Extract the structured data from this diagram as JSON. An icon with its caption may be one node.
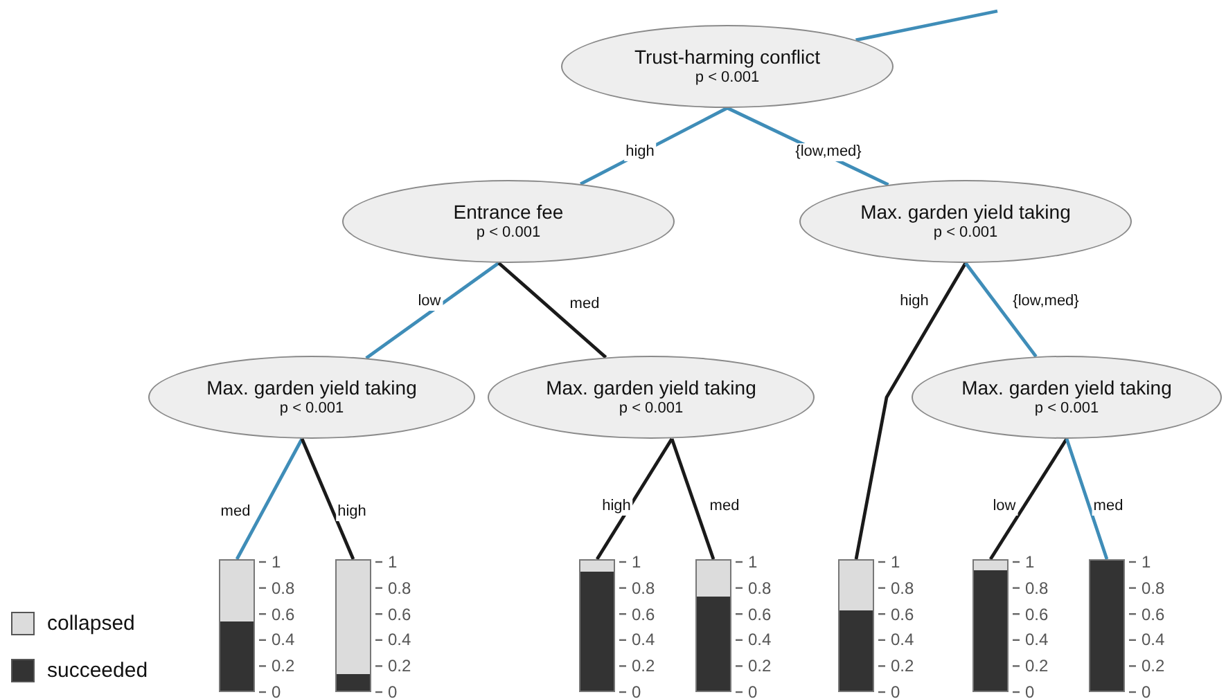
{
  "diagram": {
    "nodes": [
      {
        "text": [
          "Trust-harming conflict",
          "p < 0.001"
        ]
      },
      {
        "text": [
          "Entrance fee",
          "p < 0.001"
        ]
      },
      {
        "text": [
          "Max. garden yield taking",
          "p < 0.001"
        ]
      },
      {
        "text": [
          "Max. garden yield taking",
          "p < 0.001"
        ]
      },
      {
        "text": [
          "Max. garden yield taking",
          "p < 0.001"
        ]
      },
      {
        "text": [
          "Max. garden yield taking",
          "p < 0.001"
        ]
      },
      {
        "text": [],
        "shape": "bar"
      },
      {
        "text": [],
        "shape": "bar"
      },
      {
        "text": [],
        "shape": "bar"
      },
      {
        "text": [],
        "shape": "bar"
      },
      {
        "text": [],
        "shape": "bar"
      },
      {
        "text": [],
        "shape": "bar"
      },
      {
        "text": [],
        "shape": "bar"
      }
    ],
    "edges": [
      {
        "from": null,
        "to": 0,
        "arrow": "none"
      },
      {
        "from": 0,
        "to": 1,
        "arrow": "none",
        "label": "high"
      },
      {
        "from": 0,
        "to": 2,
        "arrow": "none",
        "label": "{low,med}"
      },
      {
        "from": 1,
        "to": 3,
        "arrow": "none",
        "label": "low"
      },
      {
        "from": 1,
        "to": 4,
        "arrow": "none",
        "label": "med",
        "color": "#1a1a1a"
      },
      {
        "from": 2,
        "to": 10,
        "arrow": "none",
        "label": "high",
        "color": "#1a1a1a"
      },
      {
        "from": 2,
        "to": 5,
        "arrow": "none",
        "label": "{low,med}"
      },
      {
        "from": 3,
        "to": 6,
        "arrow": "none",
        "label": "med"
      },
      {
        "from": 3,
        "to": 7,
        "arrow": "none",
        "label": "high",
        "color": "#1a1a1a"
      },
      {
        "from": 4,
        "to": 8,
        "arrow": "none",
        "label": "high",
        "color": "#1a1a1a"
      },
      {
        "from": 4,
        "to": 9,
        "arrow": "none",
        "label": "med",
        "color": "#1a1a1a"
      },
      {
        "from": 5,
        "to": 11,
        "arrow": "none",
        "label": "low",
        "color": "#1a1a1a"
      },
      {
        "from": 5,
        "to": 12,
        "arrow": "none",
        "label": "med"
      }
    ],
    "labels": [
      "1",
      "0.8",
      "0.6",
      "0.4",
      "0.2",
      "0",
      "1",
      "0.8",
      "0.6",
      "0.4",
      "0.2",
      "0",
      "1",
      "0.8",
      "0.6",
      "0.4",
      "0.2",
      "0",
      "1",
      "0.8",
      "0.6",
      "0.4",
      "0.2",
      "0",
      "1",
      "0.8",
      "0.6",
      "0.4",
      "0.2",
      "0",
      "1",
      "0.8",
      "0.6",
      "0.4",
      "0.2",
      "0",
      "1",
      "0.8",
      "0.6",
      "0.4",
      "0.2",
      "0"
    ],
    "legend": [
      {
        "text": "collapsed",
        "color": "#dcdcdc"
      },
      {
        "text": "succeeded",
        "color": "#333333"
      }
    ]
  }
}
